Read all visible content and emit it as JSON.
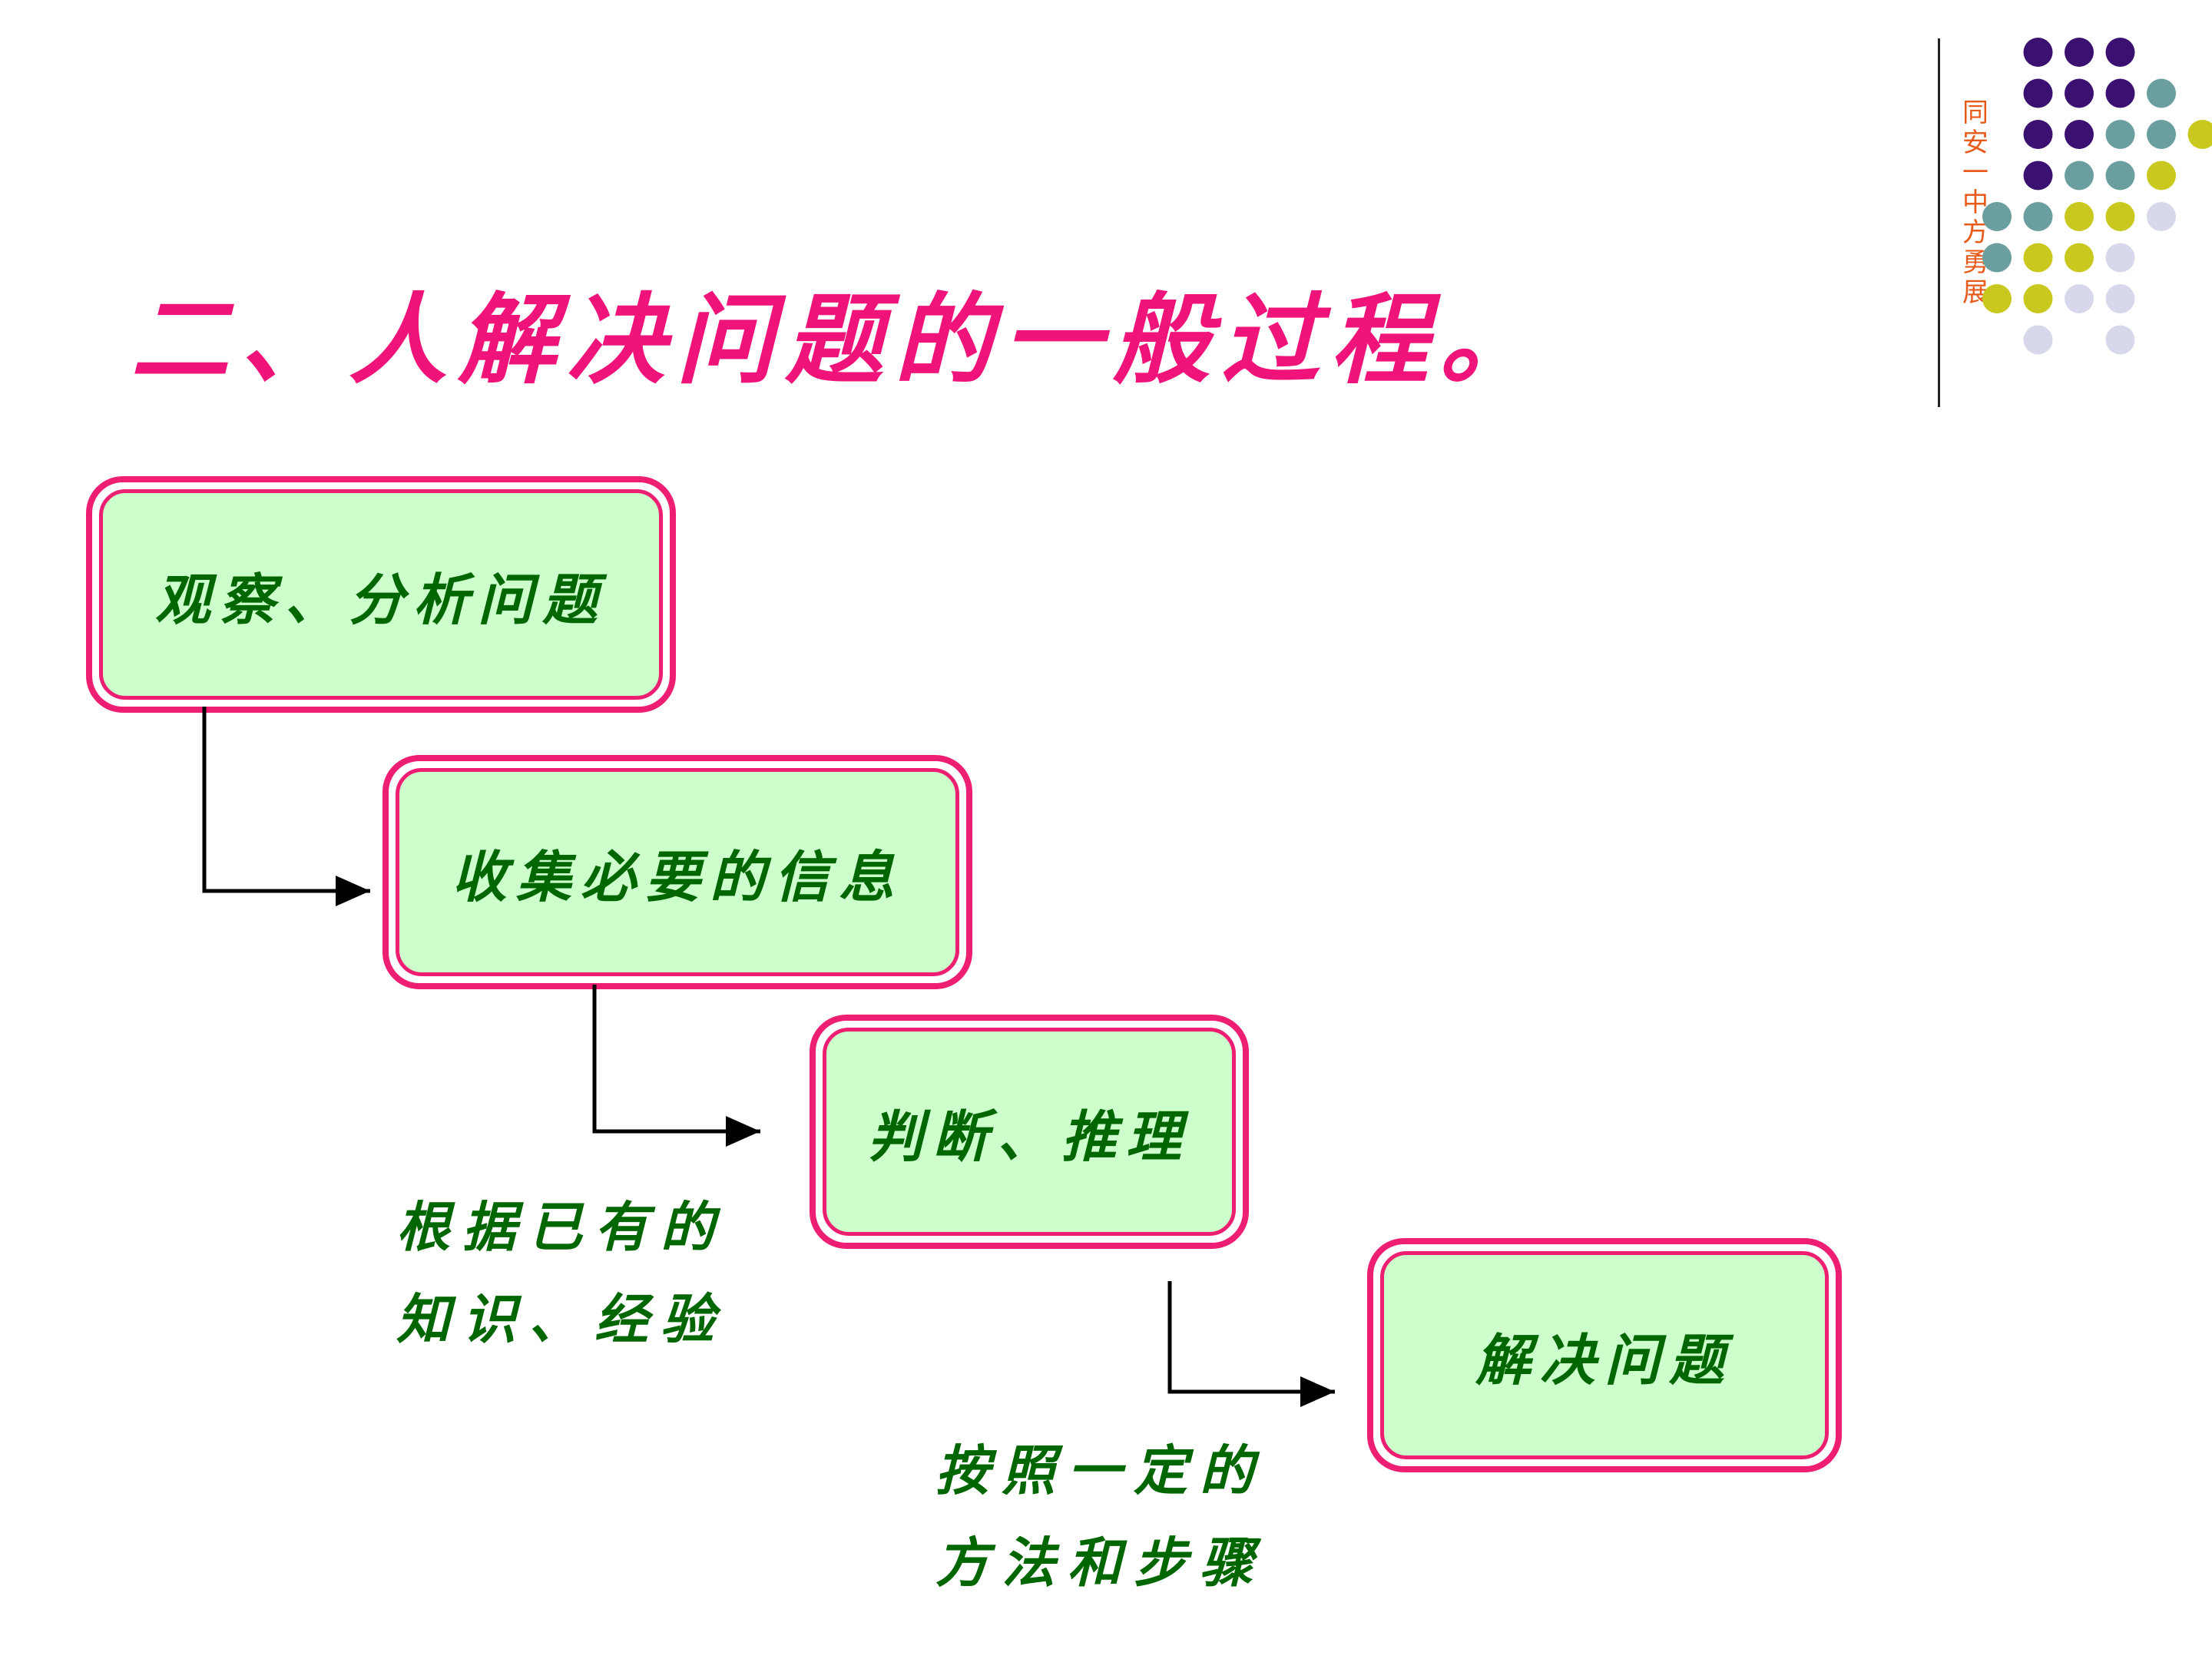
{
  "title": "二、人解决问题的一般过程。",
  "author": "同安一中方勇展",
  "steps": [
    {
      "label": "观察、分析问题"
    },
    {
      "label": "收集必要的信息"
    },
    {
      "label": "判断、推理"
    },
    {
      "label": "解决问题"
    }
  ],
  "notes": [
    {
      "line1": "根据已有的",
      "line2": "知识、经验"
    },
    {
      "line1": "按照一定的",
      "line2": "方法和步骤"
    }
  ],
  "colors": {
    "title": "#f0147a",
    "box_border": "#ee1f72",
    "box_fill": "#ccffcc",
    "box_text": "#006600",
    "author_text": "#e85a1a",
    "dot_purple": "#3a1070",
    "dot_teal": "#6b9e9e",
    "dot_yellow": "#c8c81e",
    "dot_lavender": "#d8d8ec"
  }
}
